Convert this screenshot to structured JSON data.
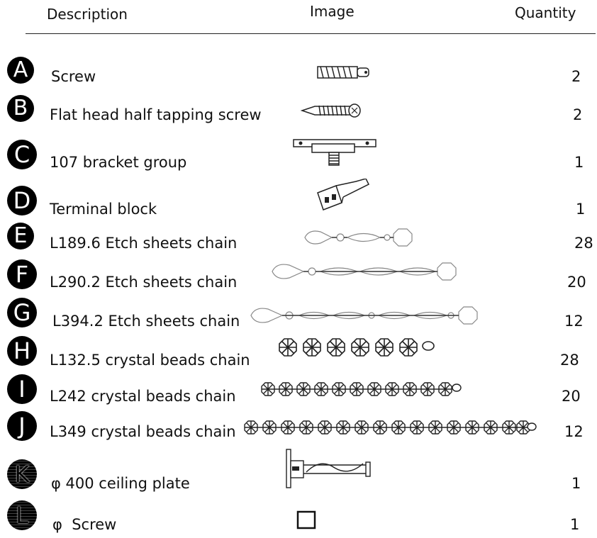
{
  "header": {
    "description": "Description",
    "image": "Image",
    "quantity": "Quantity"
  },
  "items": [
    {
      "letter": "A",
      "description": "Screw",
      "quantity": "2",
      "image_icon": "wall-anchor-icon"
    },
    {
      "letter": "B",
      "description": "Flat head half tapping screw",
      "quantity": "2",
      "image_icon": "tapping-screw-icon"
    },
    {
      "letter": "C",
      "description": "107 bracket group",
      "quantity": "1",
      "image_icon": "bracket-icon"
    },
    {
      "letter": "D",
      "description": "Terminal block",
      "quantity": "1",
      "image_icon": "terminal-block-icon"
    },
    {
      "letter": "E",
      "description": "L189.6 Etch sheets chain",
      "quantity": "28",
      "image_icon": "etch-chain-icon"
    },
    {
      "letter": "F",
      "description": "L290.2 Etch sheets chain",
      "quantity": "20",
      "image_icon": "etch-chain-icon"
    },
    {
      "letter": "G",
      "description": "L394.2 Etch sheets chain",
      "quantity": "12",
      "image_icon": "etch-chain-icon"
    },
    {
      "letter": "H",
      "description": "L132.5 crystal beads chain",
      "quantity": "28",
      "image_icon": "bead-chain-icon"
    },
    {
      "letter": "I",
      "description": "L242 crystal beads chain",
      "quantity": "20",
      "image_icon": "bead-chain-icon"
    },
    {
      "letter": "J",
      "description": "L349 crystal beads chain",
      "quantity": "12",
      "image_icon": "bead-chain-icon"
    },
    {
      "letter": "K",
      "description": "φ 400 ceiling plate",
      "quantity": "1",
      "image_icon": "ceiling-plate-icon"
    },
    {
      "letter": "L",
      "description": "φ  Screw",
      "quantity": "1",
      "image_icon": "square-icon"
    }
  ]
}
